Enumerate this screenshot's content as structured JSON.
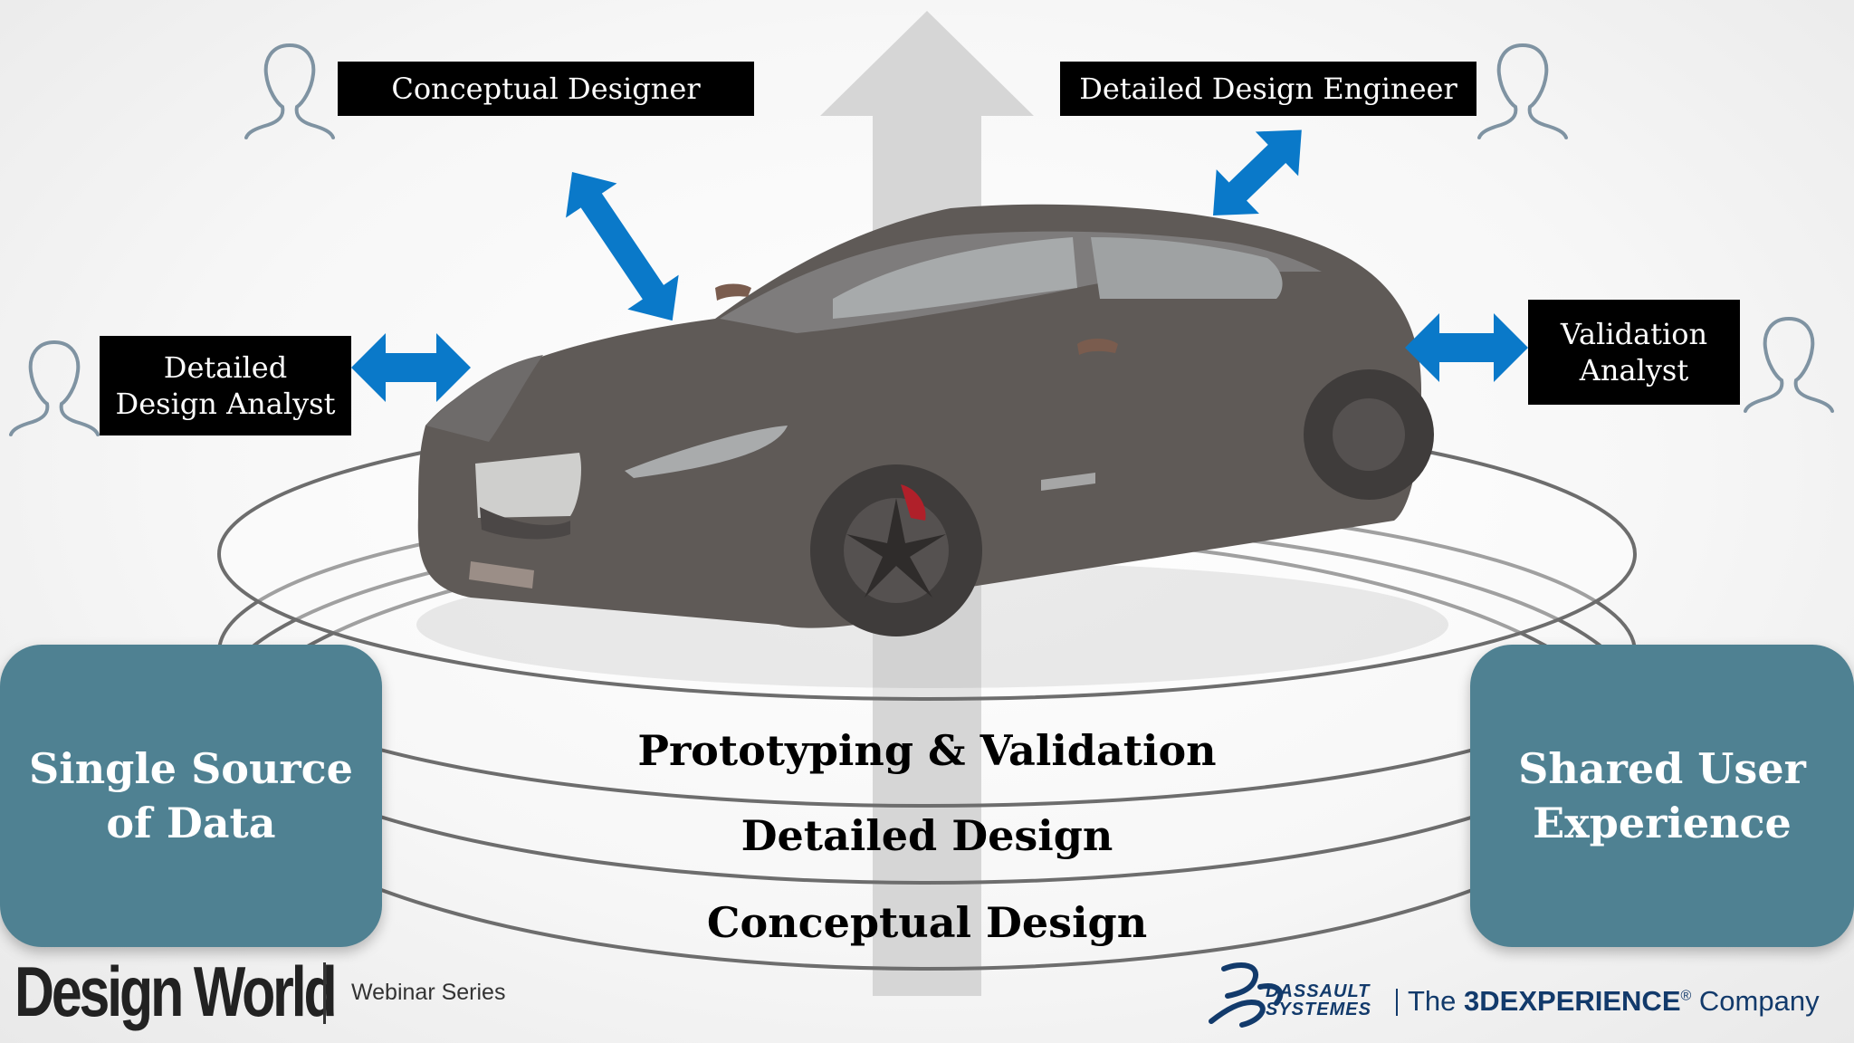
{
  "roles": {
    "conceptual_designer": "Conceptual Designer",
    "detailed_design_engineer": "Detailed Design Engineer",
    "detailed_design_analyst": "Detailed\nDesign Analyst",
    "validation_analyst": "Validation\nAnalyst"
  },
  "layers": {
    "top": "Prototyping & Validation",
    "middle": "Detailed Design",
    "bottom": "Conceptual Design"
  },
  "side_boxes": {
    "left": "Single Source\nof Data",
    "right": "Shared User\nExperience"
  },
  "branding": {
    "design_world": "Design World",
    "webinar_series": "Webinar Series",
    "dassault": "DASSAULT\nSYSTEMES",
    "tagline_prefix": "The ",
    "tagline_brand": "3DEXPERIENCE",
    "tagline_mark": "®",
    "tagline_suffix": " Company"
  },
  "colors": {
    "arrow_blue": "#0a79c9",
    "box_teal": "#4f8192",
    "car_grey": "#5f5a57",
    "up_arrow": "#d6d6d6"
  }
}
